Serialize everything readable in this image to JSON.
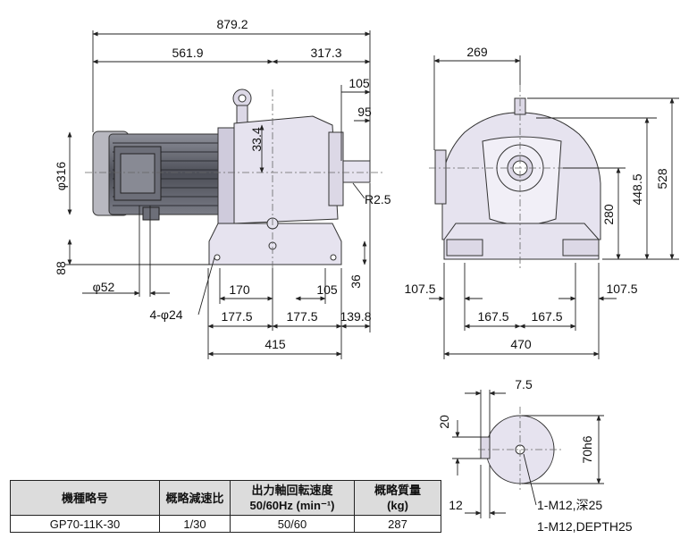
{
  "dimensions": {
    "total_length": "879.2",
    "motor_length": "561.9",
    "reducer_length": "317.3",
    "shaft_105": "105",
    "shaft_95": "95",
    "shaft_center_offset": "33.4",
    "motor_diameter": "φ316",
    "foot_height": "88",
    "shaft_diameter": "φ52",
    "foot_holes": "4-φ24",
    "foot_170": "170",
    "foot_105": "105",
    "foot_36": "36",
    "base_177_5_a": "177.5",
    "base_177_5_b": "177.5",
    "base_139_8": "139.8",
    "base_length": "415",
    "radius": "R2.5",
    "side_width_269": "269",
    "height_528": "528",
    "height_448_5": "448.5",
    "height_280": "280",
    "side_107_5_left": "107.5",
    "side_107_5_right": "107.5",
    "side_167_5_left": "167.5",
    "side_167_5_right": "167.5",
    "side_width_470": "470",
    "key_7_5": "7.5",
    "key_20": "20",
    "shaft_70h6": "70h6",
    "shaft_12": "12",
    "tap_note_jp": "1-M12,深25",
    "tap_note_en": "1-M12,DEPTH25"
  },
  "table": {
    "headers": [
      "機種略号",
      "概略減速比",
      "出力軸回転速度\n50/60Hz (min⁻¹)",
      "概略質量\n(kg)"
    ],
    "row": [
      "GP70-11K-30",
      "1/30",
      "50/60",
      "287"
    ]
  },
  "colors": {
    "body_fill": "#e6e3ef",
    "motor_dark": "#5b5d66",
    "line": "#333333"
  }
}
